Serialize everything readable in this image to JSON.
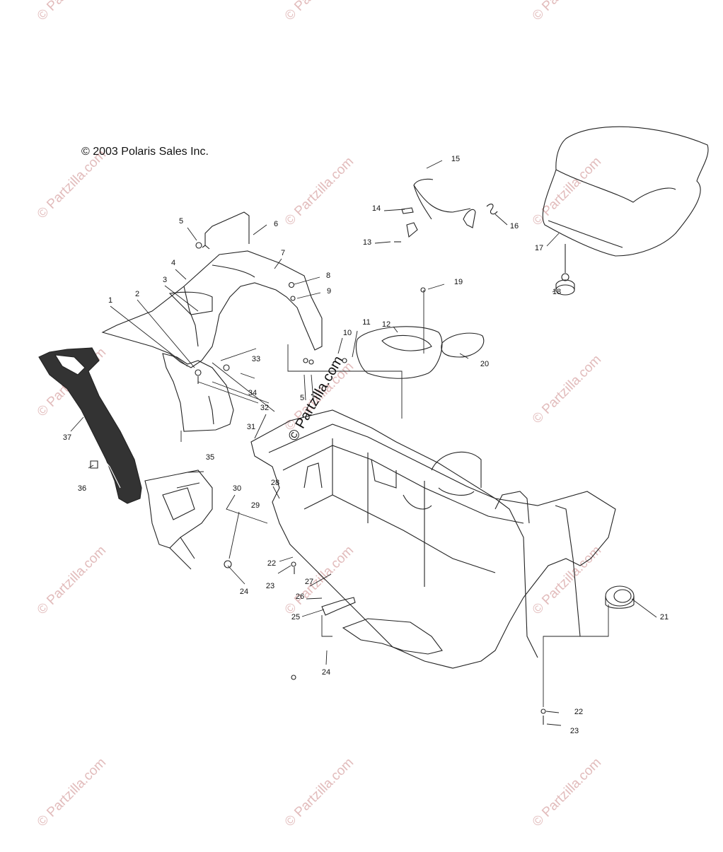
{
  "copyright": "© 2003 Polaris Sales Inc.",
  "watermark": "© Partzilla.com",
  "center_watermark": "© Partzilla.com",
  "callouts": [
    "1",
    "2",
    "3",
    "4",
    "5",
    "6",
    "7",
    "8",
    "9",
    "10",
    "11",
    "12",
    "13",
    "14",
    "15",
    "16",
    "17",
    "18",
    "19",
    "20",
    "21",
    "22",
    "23",
    "24",
    "25",
    "26",
    "27",
    "28",
    "29",
    "30",
    "31",
    "32",
    "33",
    "34",
    "35",
    "36",
    "37",
    "5",
    "22",
    "23",
    "24"
  ]
}
